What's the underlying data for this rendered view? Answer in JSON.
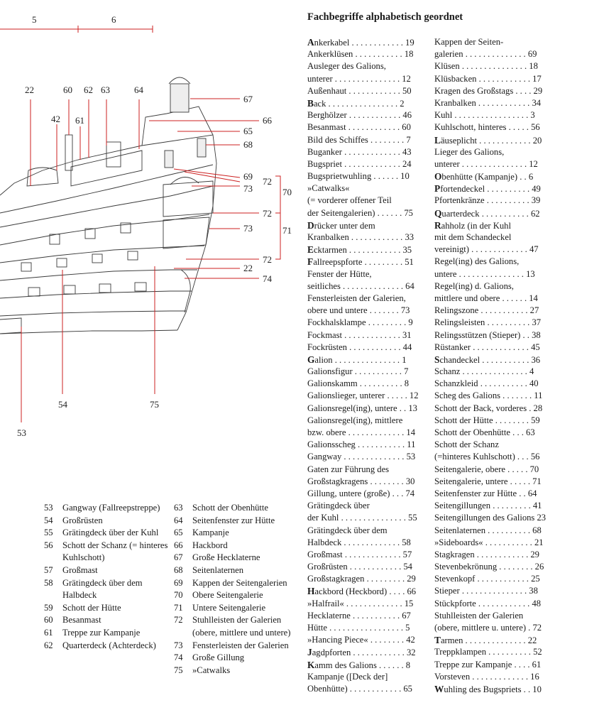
{
  "drawing": {
    "top_labels": [
      "5",
      "6"
    ],
    "numbers": [
      "22",
      "60",
      "62",
      "63",
      "64",
      "42",
      "61",
      "67",
      "66",
      "65",
      "68",
      "69",
      "73",
      "72",
      "70",
      "72",
      "73",
      "71",
      "72",
      "22",
      "74",
      "54",
      "75",
      "53"
    ]
  },
  "index_title": "Fachbegriffe alphabetisch geordnet",
  "index_col1": [
    "**A**nkerkabel . . . . . . . . . . . . 19",
    "Ankerklüsen . . . . . . . . . . . 18",
    "Ausleger des Galions,",
    "unterer . . . . . . . . . . . . . . . 12",
    "Außenhaut . . . . . . . . . . . . 50",
    "**B**ack . . . . . . . . . . . . . . . . 2",
    "Berghölzer . . . . . . . . . . . . 46",
    "Besanmast . . . . . . . . . . . . 60",
    "Bild des Schiffes . . . . . . . . 7",
    "Buganker . . . . . . . . . . . . . 43",
    "Bugspriet . . . . . . . . . . . . . 24",
    "Bugsprietwuhling . . . . . . 10",
    "»Catwalks«",
    "(= vorderer offener Teil",
    "der Seitengalerien) . . . . . . 75",
    "**D**rücker unter dem",
    "Kranbalken . . . . . . . . . . . . 33",
    "**E**cktarmen . . . . . . . . . . . . 35",
    "**F**allreepspforte . . . . . . . . . 51",
    "Fenster der Hütte,",
    "seitliches . . . . . . . . . . . . . . 64",
    "Fensterleisten der Galerien,",
    "obere und untere . . . . . . . 73",
    "Fockhalsklampe . . . . . . . . . 9",
    "Fockmast . . . . . . . . . . . . . 31",
    "Fockrüsten . . . . . . . . . . . . 44",
    "**G**alion . . . . . . . . . . . . . . . 1",
    "Galionsfigur . . . . . . . . . . . 7",
    "Galionskamm . . . . . . . . . . 8",
    "Galionslieger, unterer . . . . . 12",
    "Galionsregel(ing), untere . . 13",
    "Galionsregel(ing), mittlere",
    "bzw. obere . . . . . . . . . . . . . 14",
    "Galionsscheg . . . . . . . . . . . 11",
    "Gangway . . . . . . . . . . . . . . 53",
    "Gaten zur Führung des",
    "Großstagkragens . . . . . . . . 30",
    "Gillung, untere (große) . . . 74",
    "Grätingdeck über",
    "der Kuhl . . . . . . . . . . . . . . . 55",
    "Grätingdeck über dem",
    "Halbdeck . . . . . . . . . . . . . 58",
    "Großmast . . . . . . . . . . . . . 57",
    "Großrüsten . . . . . . . . . . . . 54",
    "Großstagkragen . . . . . . . . . 29",
    "**H**ackbord (Heckbord) . . . . 66",
    "»Halfrail« . . . . . . . . . . . . . 15",
    "Hecklaterne . . . . . . . . . . . 67",
    "Hütte . . . . . . . . . . . . . . . . . 5",
    "»Hancing Piece« . . . . . . . . 42",
    "**J**agdpforten . . . . . . . . . . . . 32",
    "**K**amm des Galions . . . . . . 8",
    "Kampanje ([Deck der]",
    "Obenhütte) . . . . . . . . . . . . 65"
  ],
  "index_col2": [
    "Kappen der Seiten-",
    "galerien . . . . . . . . . . . . . . 69",
    "Klüsen . . . . . . . . . . . . . . . 18",
    "Klüsbacken . . . . . . . . . . . . 17",
    "Kragen des Großstags . . . . 29",
    "Kranbalken . . . . . . . . . . . . 34",
    "Kuhl . . . . . . . . . . . . . . . . . 3",
    "Kuhlschott, hinteres . . . . . 56",
    "**L**äuseplicht . . . . . . . . . . . . 20",
    "Lieger des Galions,",
    "unterer . . . . . . . . . . . . . . . 12",
    "**O**benhütte (Kampanje) . . 6",
    "**P**fortendeckel . . . . . . . . . . 49",
    "Pfortenkränze . . . . . . . . . . 39",
    "**Q**uarterdeck . . . . . . . . . . . 62",
    "**R**ahholz (in der Kuhl",
    "mit dem Schandeckel",
    "vereinigt) . . . . . . . . . . . . . 47",
    "Regel(ing) des Galions,",
    "untere . . . . . . . . . . . . . . . 13",
    "Regel(ing) d. Galions,",
    "mittlere und obere . . . . . . 14",
    "Relingszone . . . . . . . . . . . 27",
    "Relingsleisten . . . . . . . . . . 37",
    "Relingsstützen (Stieper) . . 38",
    "Rüstanker . . . . . . . . . . . . . 45",
    "**S**chandeckel . . . . . . . . . . . 36",
    "Schanz . . . . . . . . . . . . . . . 4",
    "Schanzkleid . . . . . . . . . . . 40",
    "Scheg des Galions . . . . . . . 11",
    "Schott der Back, vorderes . 28",
    "Schott der Hütte . . . . . . . . 59",
    "Schott der Obenhütte . . . 63",
    "Schott der Schanz",
    "(=hinteres Kuhlschott) . . . 56",
    "Seitengalerie, obere . . . . . 70",
    "Seitengalerie, untere . . . . . 71",
    "Seitenfenster zur Hütte . . 64",
    "Seitengillungen . . . . . . . . . 41",
    "Seitengillungen des Galions 23",
    "Seitenlaternen . . . . . . . . . . 68",
    "»Sideboards« . . . . . . . . . . . 21",
    "Stagkragen . . . . . . . . . . . . 29",
    "Stevenbekrönung . . . . . . . . 26",
    "Stevenkopf . . . . . . . . . . . . 25",
    "Stieper . . . . . . . . . . . . . . . 38",
    "Stückpforte . . . . . . . . . . . . 48",
    "Stuhlleisten der Galerien",
    "(obere, mittlere u. untere) . 72",
    "**T**armen . . . . . . . . . . . . . . 22",
    "Treppklampen . . . . . . . . . . 52",
    "Treppe zur Kampanje . . . . 61",
    "Vorsteven . . . . . . . . . . . . . 16",
    "**W**uhling des Bugspriets . . 10"
  ],
  "legend_col1": [
    {
      "num": "53",
      "text": "Gangway (Fallreepstreppe)"
    },
    {
      "num": "54",
      "text": "Großrüsten"
    },
    {
      "num": "55",
      "text": "Grätingdeck über der Kuhl"
    },
    {
      "num": "56",
      "text": "Schott der Schanz (= hinteres Kuhlschott)"
    },
    {
      "num": "57",
      "text": "Großmast"
    },
    {
      "num": "58",
      "text": "Grätingdeck über dem Halbdeck"
    },
    {
      "num": "59",
      "text": "Schott der Hütte"
    },
    {
      "num": "60",
      "text": "Besanmast"
    },
    {
      "num": "61",
      "text": "Treppe zur Kampanje"
    },
    {
      "num": "62",
      "text": "Quarterdeck (Achterdeck)"
    }
  ],
  "legend_col2": [
    {
      "num": "63",
      "text": "Schott der Obenhütte"
    },
    {
      "num": "64",
      "text": "Seitenfenster zur Hütte"
    },
    {
      "num": "65",
      "text": "Kampanje"
    },
    {
      "num": "66",
      "text": "Hackbord"
    },
    {
      "num": "67",
      "text": "Große Hecklaterne"
    },
    {
      "num": "68",
      "text": "Seitenlaternen"
    },
    {
      "num": "69",
      "text": "Kappen der Seitengalerien"
    },
    {
      "num": "70",
      "text": "Obere Seitengalerie"
    },
    {
      "num": "71",
      "text": "Untere Seitengalerie"
    },
    {
      "num": "72",
      "text": "Stuhlleisten der Galerien (obere, mittlere und untere)"
    },
    {
      "num": "73",
      "text": "Fensterleisten der Galerien"
    },
    {
      "num": "74",
      "text": "Große Gillung"
    },
    {
      "num": "75",
      "text": "»Catwalks"
    }
  ]
}
